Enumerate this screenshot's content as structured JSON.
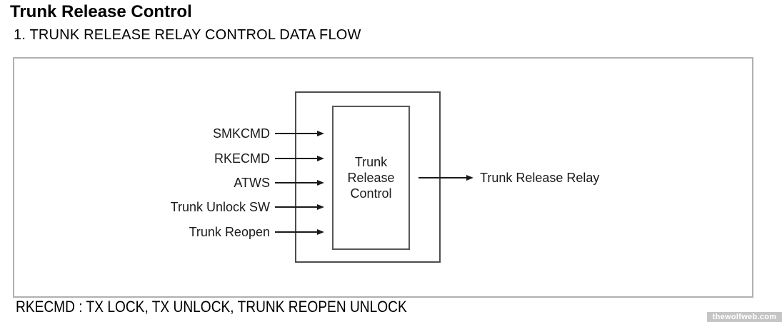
{
  "header": {
    "title": "Trunk Release Control",
    "subtitle": "1. TRUNK RELEASE RELAY CONTROL DATA FLOW"
  },
  "diagram": {
    "inputs": [
      "SMKCMD",
      "RKECMD",
      "ATWS",
      "Trunk Unlock SW",
      "Trunk Reopen"
    ],
    "block_label": "Trunk\nRelease\nControl",
    "output_label": "Trunk Release Relay"
  },
  "footnote": "RKECMD : TX LOCK, TX UNLOCK, TRUNK REOPEN UNLOCK",
  "watermark": "thewolfweb.com",
  "colors": {
    "frame_border": "#b0b0b0",
    "diagram_border": "#4d4d4d",
    "arrow": "#1a1a1a",
    "text": "#111111",
    "watermark_bg": "#c5c5c5",
    "watermark_text": "#ffffff"
  }
}
